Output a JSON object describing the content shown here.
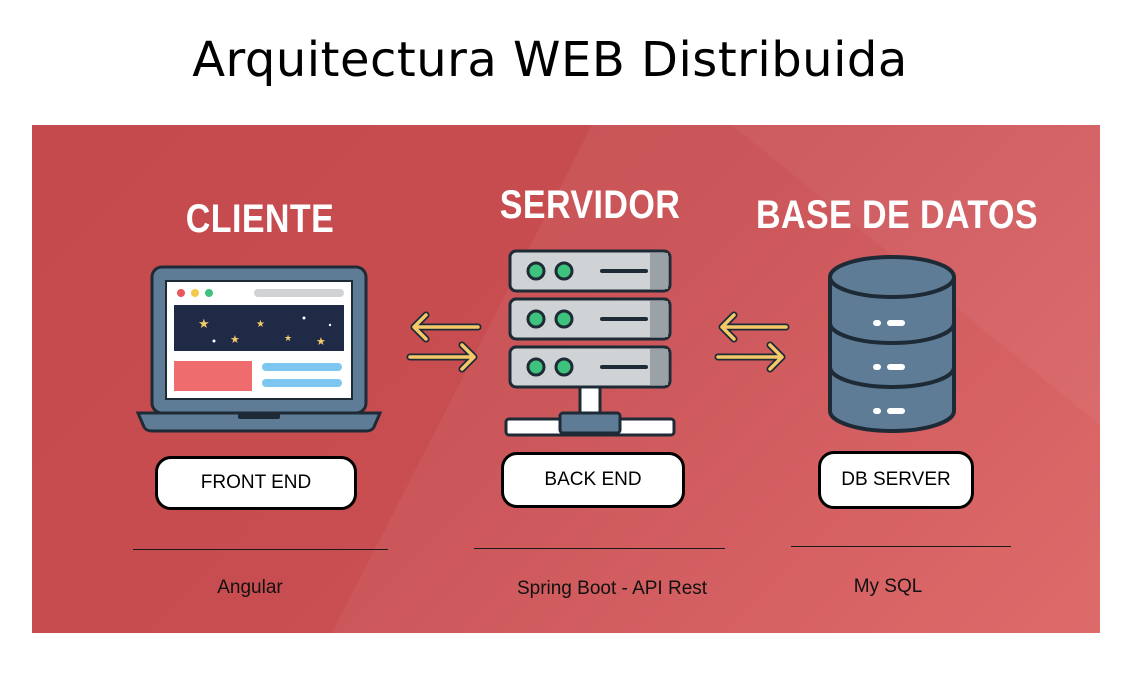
{
  "title": "Arquitectura WEB Distribuida",
  "columns": [
    {
      "heading": "CLIENTE",
      "box_label": "FRONT END",
      "technology": "Angular",
      "icon": "laptop-icon"
    },
    {
      "heading": "SERVIDOR",
      "box_label": "BACK END",
      "technology": "Spring Boot - API Rest",
      "icon": "server-rack-icon"
    },
    {
      "heading": "BASE DE DATOS",
      "box_label": "DB SERVER",
      "technology": "My SQL",
      "icon": "database-icon"
    }
  ],
  "colors": {
    "panel": "#c84d51",
    "arrow": "#f5c96a",
    "outline": "#1e2a36",
    "server_light": "#cfd3d6",
    "led_green": "#3ec37e",
    "db_blue": "#5f7c96"
  }
}
